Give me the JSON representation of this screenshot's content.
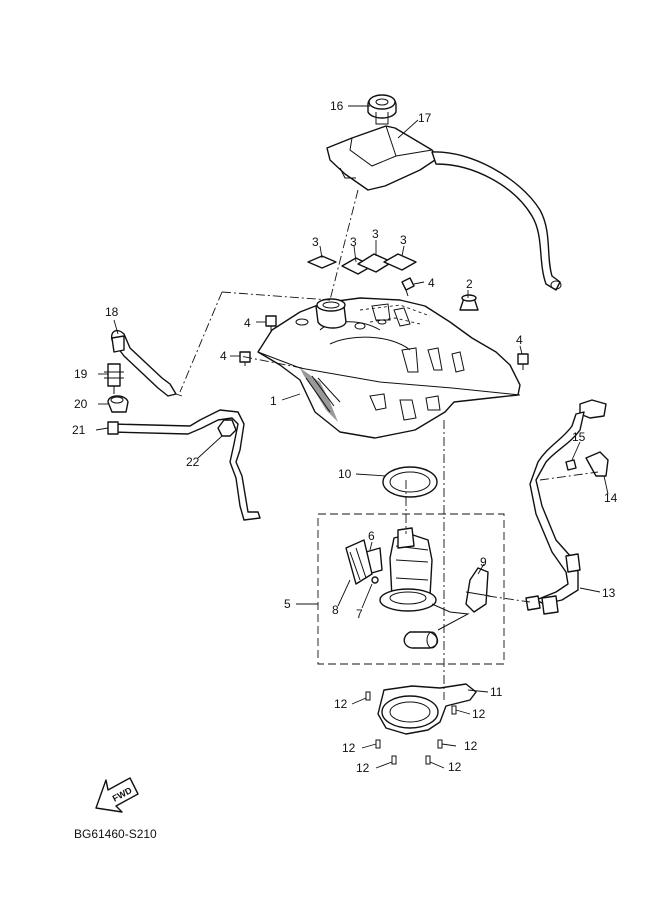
{
  "diagram": {
    "drawing_code": "BG61460-S210",
    "direction_label": "FWD",
    "callouts": {
      "c1": "1",
      "c2": "2",
      "c3a": "3",
      "c3b": "3",
      "c3c": "3",
      "c3d": "3",
      "c4a": "4",
      "c4b": "4",
      "c4c": "4",
      "c4d": "4",
      "c5": "5",
      "c6": "6",
      "c7": "7",
      "c8": "8",
      "c9": "9",
      "c10": "10",
      "c11": "11",
      "c12a": "12",
      "c12b": "12",
      "c12c": "12",
      "c12d": "12",
      "c12e": "12",
      "c12f": "12",
      "c13": "13",
      "c14": "14",
      "c15": "15",
      "c16": "16",
      "c17": "17",
      "c18": "18",
      "c19": "19",
      "c20": "20",
      "c21": "21",
      "c22": "22"
    }
  }
}
